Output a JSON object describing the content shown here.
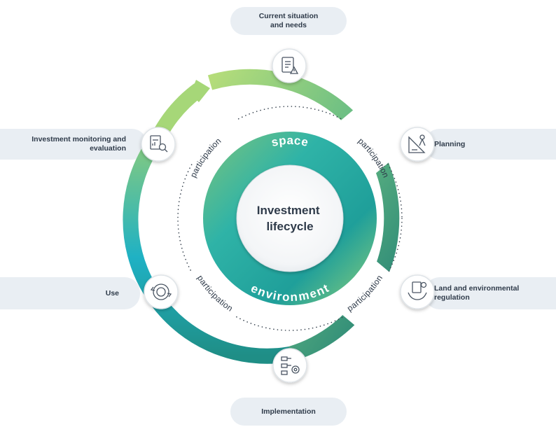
{
  "center": {
    "line1": "Investment",
    "line2": "lifecycle"
  },
  "ring": {
    "top_label": "space",
    "bottom_label": "environment"
  },
  "participation": {
    "top_left": "participation",
    "top_right": "participation",
    "bottom_left": "participation",
    "bottom_right": "participation"
  },
  "stages": {
    "current": "Current situation\nand needs",
    "planning": "Planning",
    "regulation": "Land and environmental\nregulation",
    "implementation": "Implementation",
    "use": "Use",
    "monitoring": "Investment monitoring and\nevaluation"
  },
  "icons": {
    "current": "checklist-warning-icon",
    "planning": "ruler-compass-icon",
    "regulation": "hand-document-icon",
    "implementation": "flowchart-gear-icon",
    "use": "circular-arrows-icon",
    "monitoring": "report-magnifier-icon"
  },
  "colors": {
    "green_light": "#a8d577",
    "green": "#6cbf84",
    "teal": "#1fa8b5",
    "dark_teal": "#1f7e74",
    "pill_bg": "#e9eef3",
    "text": "#2f3b4a"
  }
}
